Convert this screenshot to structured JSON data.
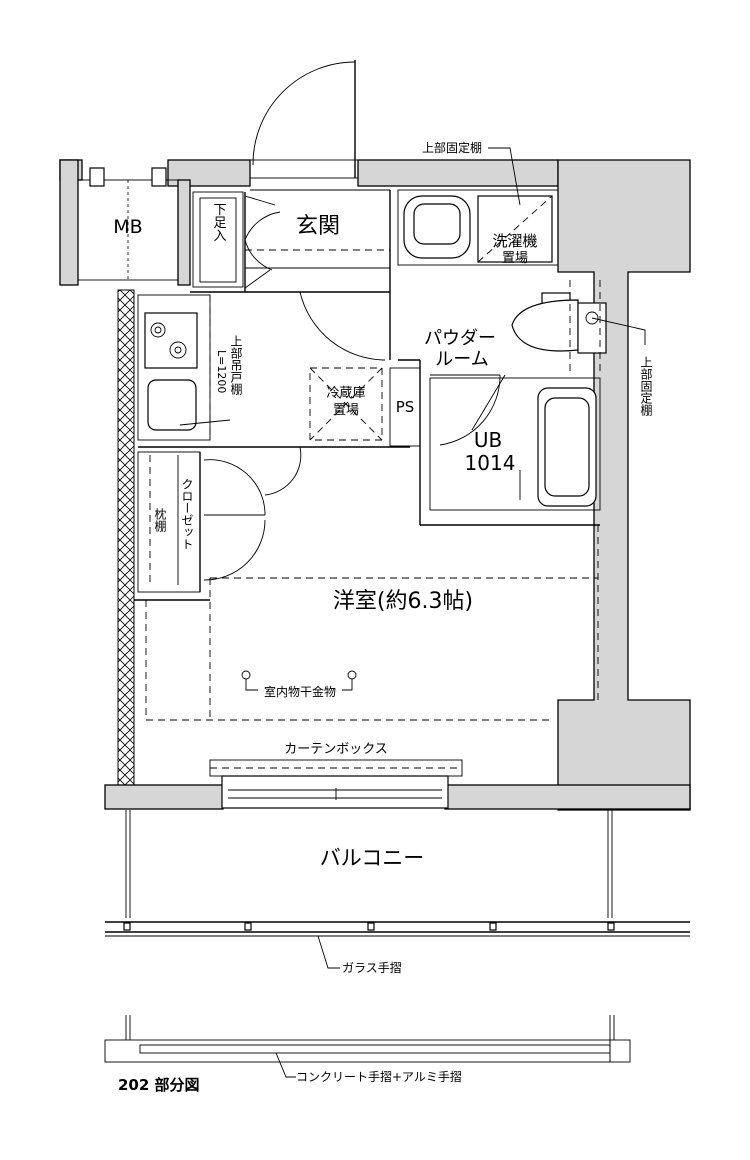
{
  "labels": {
    "mb": "MB",
    "genkan": "玄関",
    "geta": "下足入",
    "upper_shelf_top": "上部固定棚",
    "washer_1": "洗濯機",
    "washer_2": "置場",
    "kitchen_shelf": "上部吊戸棚",
    "kitchen_len": "L=1200",
    "fridge_1": "冷蔵庫",
    "fridge_2": "置場",
    "ps": "PS",
    "powder_1": "パウダー",
    "powder_2": "ルーム",
    "upper_shelf_right": "上部固定棚",
    "ub_1": "UB",
    "ub_2": "1014",
    "closet": "クローゼット",
    "pillow_shelf": "枕棚",
    "room": "洋室(約6.3帖)",
    "drying": "室内物干金物",
    "curtain": "カーテンボックス",
    "balcony": "バルコニー",
    "glass_rail": "ガラス手摺",
    "concrete_rail": "コンクリート手摺+アルミ手摺",
    "partial_view": "202 部分図"
  }
}
